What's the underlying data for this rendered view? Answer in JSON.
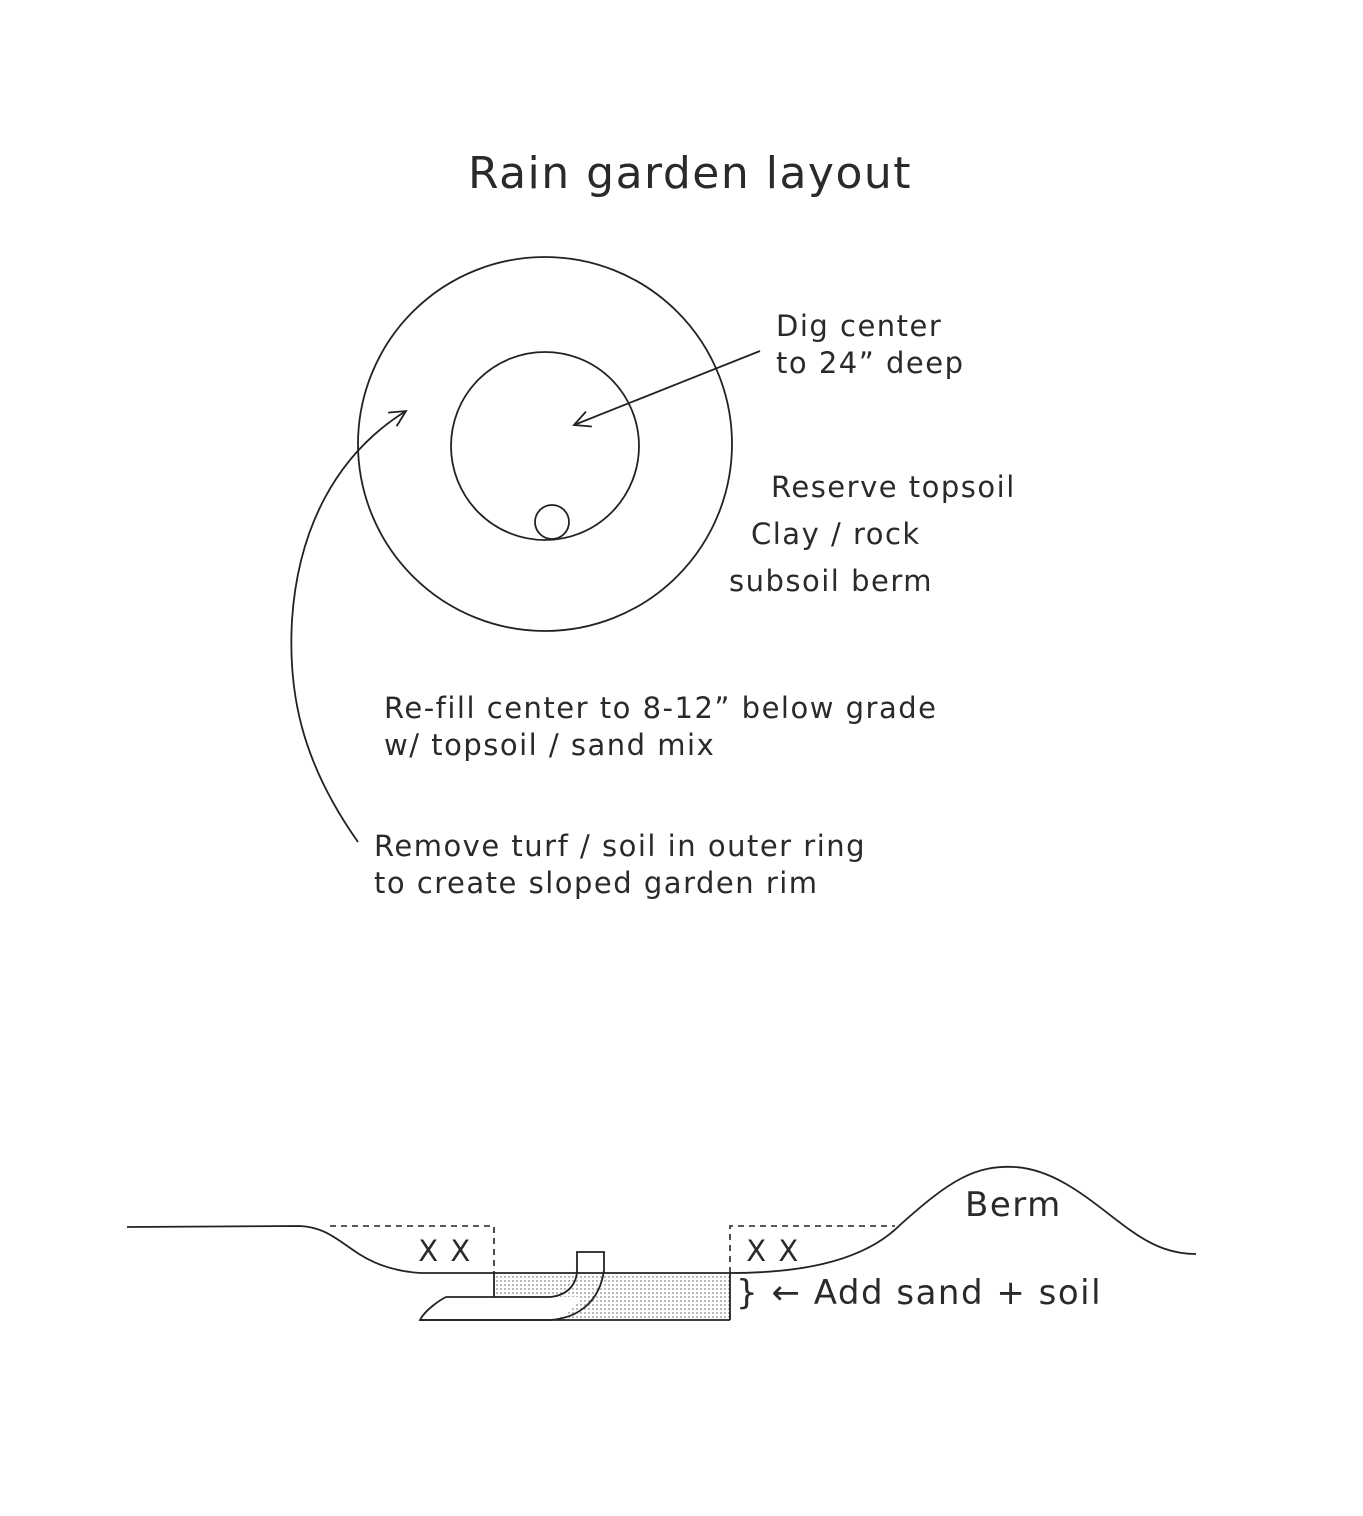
{
  "title": "Rain garden layout",
  "plan_labels": {
    "dig_center": [
      "Dig center",
      "to 24” deep"
    ],
    "reserve_topsoil": "Reserve topsoil",
    "clay_rock": "Clay / rock",
    "subsoil_berm": "subsoil berm",
    "refill": [
      "Re-fill center to 8-12” below grade",
      "w/ topsoil / sand mix"
    ],
    "remove_turf": [
      "Remove turf / soil in outer ring",
      "to create sloped garden rim"
    ]
  },
  "section_labels": {
    "removed_left": "X X",
    "removed_right": "X X",
    "berm": "Berm",
    "add_sand": "} ← Add sand + soil"
  },
  "colors": {
    "line": "#222222",
    "text": "#2a2a2a",
    "fill_dots": "#555555"
  }
}
